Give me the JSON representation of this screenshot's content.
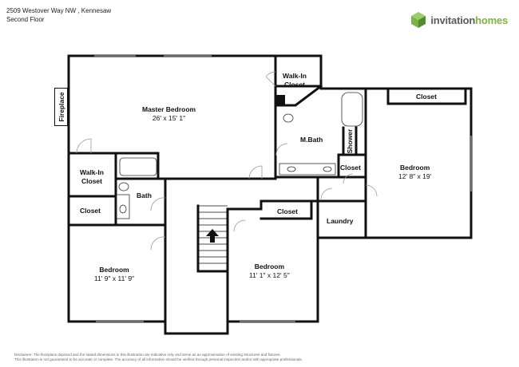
{
  "header": {
    "address": "2509 Westover Way NW , Kennesaw",
    "floor": "Second Floor"
  },
  "brand": {
    "name_part1": "invitation",
    "name_part2": "homes",
    "color": "#7cb342",
    "logo_icon": "house-cube-icon"
  },
  "rooms": {
    "master_bedroom": {
      "name": "Master Bedroom",
      "dims": "26' x 15' 1\""
    },
    "walkin_closet_master": {
      "name": "Walk-In Closet"
    },
    "m_bath": {
      "name": "M.Bath"
    },
    "shower": {
      "name": "Shower"
    },
    "closet_ne_top": {
      "name": "Closet"
    },
    "closet_ne_small": {
      "name": "Closet"
    },
    "bedroom_ne": {
      "name": "Bedroom",
      "dims": "12' 8\" x 19'"
    },
    "walkin_closet_left": {
      "name": "Walk-In Closet"
    },
    "bath": {
      "name": "Bath"
    },
    "closet_left": {
      "name": "Closet"
    },
    "bedroom_sw": {
      "name": "Bedroom",
      "dims": "11' 9\" x 11' 9\""
    },
    "bedroom_center": {
      "name": "Bedroom",
      "dims": "11' 1\" x 12' 5\""
    },
    "closet_center": {
      "name": "Closet"
    },
    "laundry": {
      "name": "Laundry"
    },
    "fireplace": {
      "name": "Fireplace"
    }
  },
  "disclaimer": {
    "line1": "Disclaimer: The floorplans depicted and the stated dimensions in this illustration are indicative only and serve as an approximation of existing structures and fixtures.",
    "line2": "This illustration is not guaranteed to be accurate or complete. The accuracy of all information should be verified through personal inspection and/or with appropriate professionals."
  }
}
